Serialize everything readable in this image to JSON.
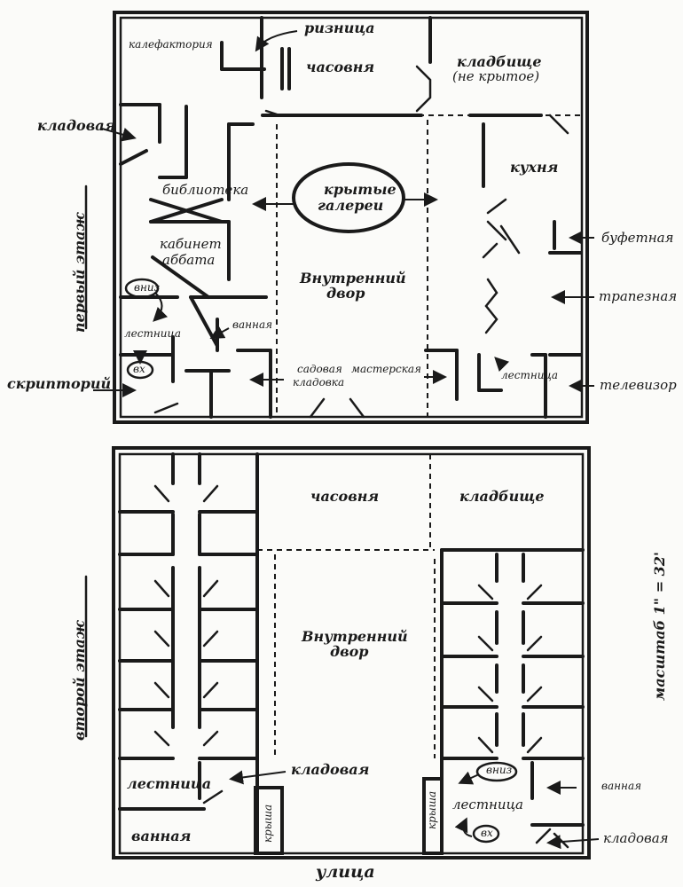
{
  "floor1": {
    "side_label": "первый этаж",
    "rooms": {
      "calefactory": "калефактория",
      "vestry": "ризница",
      "chapel": "часовня",
      "cemetery": "кладбище",
      "cemetery_note": "(не крытое)",
      "storeroom": "кладовая",
      "kitchen": "кухня",
      "library": "библиотека",
      "galleries_1": "крытые",
      "galleries_2": "галереи",
      "buffet": "буфетная",
      "abbot_1": "кабинет",
      "abbot_2": "аббата",
      "courtyard_1": "Внутренний",
      "courtyard_2": "двор",
      "refectory": "трапезная",
      "down": "вниз",
      "stairs": "лестница",
      "bath": "ванная",
      "up": "вх",
      "scriptorium": "скрипторий",
      "garden_1": "садовая",
      "garden_2": "кладовка",
      "workshop": "мастерская",
      "stairs2": "лестница",
      "tv": "телевизор"
    }
  },
  "floor2": {
    "side_label": "второй этаж",
    "rooms": {
      "chapel": "часовня",
      "cemetery": "кладбище",
      "courtyard_1": "Внутренний",
      "courtyard_2": "двор",
      "storeroom": "кладовая",
      "stairs_left": "лестница",
      "bath_left": "ванная",
      "roof_left": "крыша",
      "roof_right": "крыша",
      "down": "вниз",
      "bath_right": "ванная",
      "stairs_right": "лестница",
      "up": "вх",
      "storeroom_right": "кладовая"
    }
  },
  "scale": "масштаб 1\" = 32'",
  "street": "улица"
}
